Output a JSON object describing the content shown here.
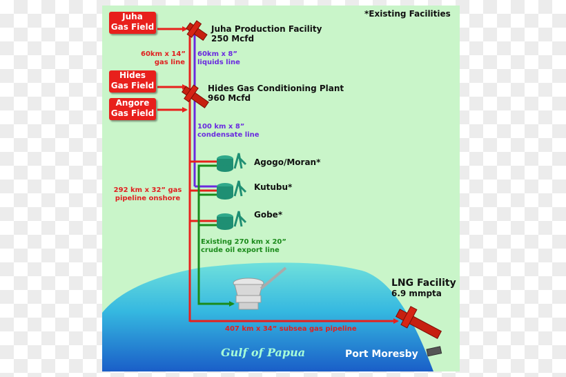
{
  "legend": "*Existing Facilities",
  "fields": {
    "juha": [
      "Juha",
      "Gas Field"
    ],
    "hides": [
      "Hides",
      "Gas Field"
    ],
    "angore": [
      "Angore",
      "Gas Field"
    ]
  },
  "facilities": {
    "juha_production": [
      "Juha Production Facility",
      "250 Mcfd"
    ],
    "hides_plant": [
      "Hides Gas Conditioning Plant",
      "960 Mcfd"
    ],
    "agogo": "Agogo/Moran*",
    "kutubu": "Kutubu*",
    "gobe": "Gobe*",
    "lng": [
      "LNG Facility",
      "6.9 mmpta"
    ]
  },
  "pipelines": {
    "gas_60km": [
      "60km x 14”",
      "gas line"
    ],
    "liquids_60km": [
      "60km x 8”",
      "liquids line"
    ],
    "condensate_100km": [
      "100 km x 8”",
      "condensate line"
    ],
    "gas_onshore": [
      "292 km x 32” gas",
      "pipeline onshore"
    ],
    "crude_export": [
      "Existing 270 km x 20”",
      "crude oil export line"
    ],
    "subsea": "407 km x 34” subsea gas pipeline"
  },
  "places": {
    "gulf": "Gulf of Papua",
    "port": "Port Moresby"
  },
  "colors": {
    "background": "#c9f5c9",
    "gas_line": "#e8201c",
    "liquids_line": "#6a2adf",
    "crude_line": "#1a8a1a",
    "sea_light": "#4fd6d6",
    "sea_dark": "#1e62c8"
  }
}
